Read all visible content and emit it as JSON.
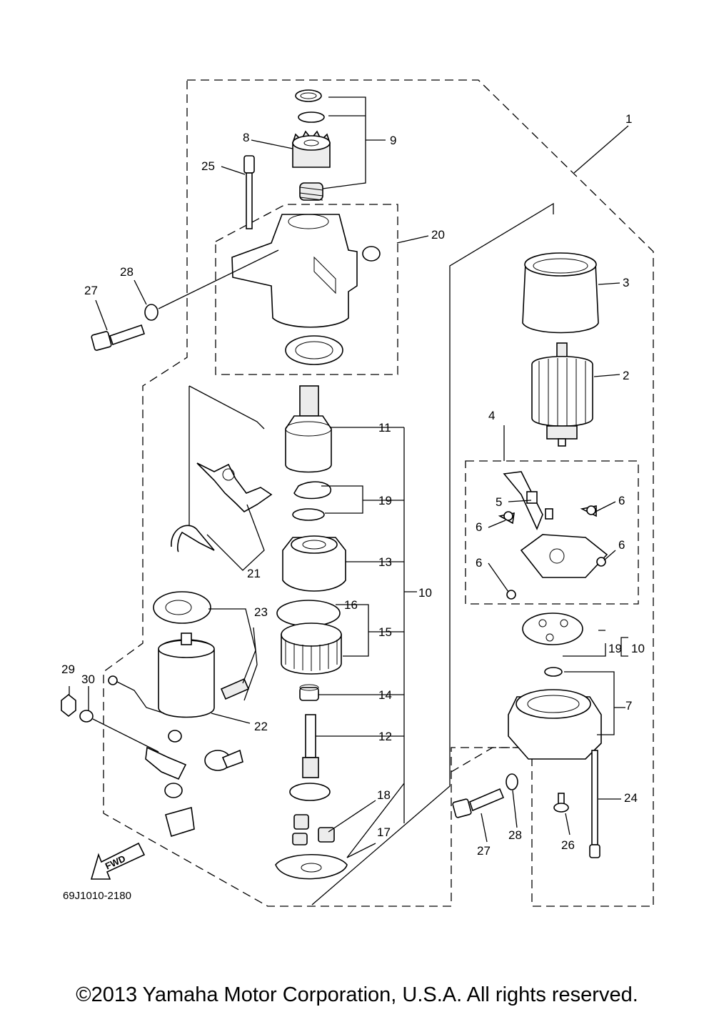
{
  "diagram": {
    "code": "69J1010-2180",
    "fwd_label": "FWD",
    "copyright": "©2013 Yamaha Motor Corporation, U.S.A. All rights reserved.",
    "callouts": {
      "p1": "1",
      "p2": "2",
      "p3": "3",
      "p4": "4",
      "p5": "5",
      "p6a": "6",
      "p6b": "6",
      "p6c": "6",
      "p6d": "6",
      "p7": "7",
      "p8": "8",
      "p9": "9",
      "p10a": "10",
      "p10b": "10",
      "p11": "11",
      "p12": "12",
      "p13": "13",
      "p14": "14",
      "p15": "15",
      "p16": "16",
      "p17": "17",
      "p18": "18",
      "p19a": "19",
      "p19b": "19",
      "p20": "20",
      "p21": "21",
      "p22": "22",
      "p23": "23",
      "p24": "24",
      "p25": "25",
      "p26": "26",
      "p27a": "27",
      "p27b": "27",
      "p28a": "28",
      "p28b": "28",
      "p29": "29",
      "p30": "30"
    }
  }
}
